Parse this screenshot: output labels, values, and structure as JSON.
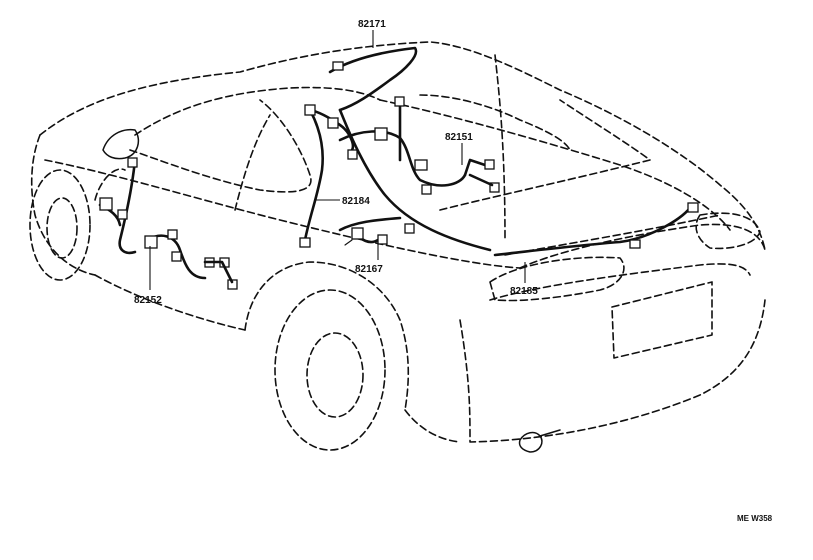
{
  "diagram": {
    "parts": [
      {
        "id": "82171"
      },
      {
        "id": "82151"
      },
      {
        "id": "82184"
      },
      {
        "id": "82167"
      },
      {
        "id": "82185"
      },
      {
        "id": "82152"
      }
    ],
    "drawing_code": "ME W358"
  }
}
